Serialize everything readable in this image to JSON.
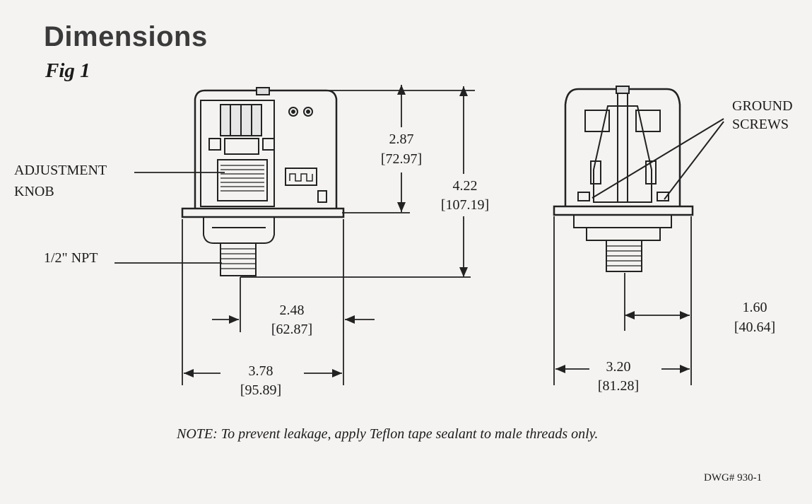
{
  "header": {
    "title": "Dimensions",
    "figure": "Fig 1"
  },
  "callouts": {
    "adjustment_knob_line1": "ADJUSTMENT",
    "adjustment_knob_line2": "KNOB",
    "npt": "1/2\" NPT",
    "ground_screws_line1": "GROUND",
    "ground_screws_line2": "SCREWS"
  },
  "dimensions": {
    "height_upper_in": "2.87",
    "height_upper_mm": "[72.97]",
    "height_total_in": "4.22",
    "height_total_mm": "[107.19]",
    "fitting_width_in": "2.48",
    "fitting_width_mm": "[62.87]",
    "base_width_in": "3.78",
    "base_width_mm": "[95.89]",
    "side_width_in": "3.20",
    "side_width_mm": "[81.28]",
    "half_width_in": "1.60",
    "half_width_mm": "[40.64]"
  },
  "note": "NOTE: To prevent leakage, apply Teflon tape sealant to male threads only.",
  "drawing_number": "DWG# 930-1"
}
